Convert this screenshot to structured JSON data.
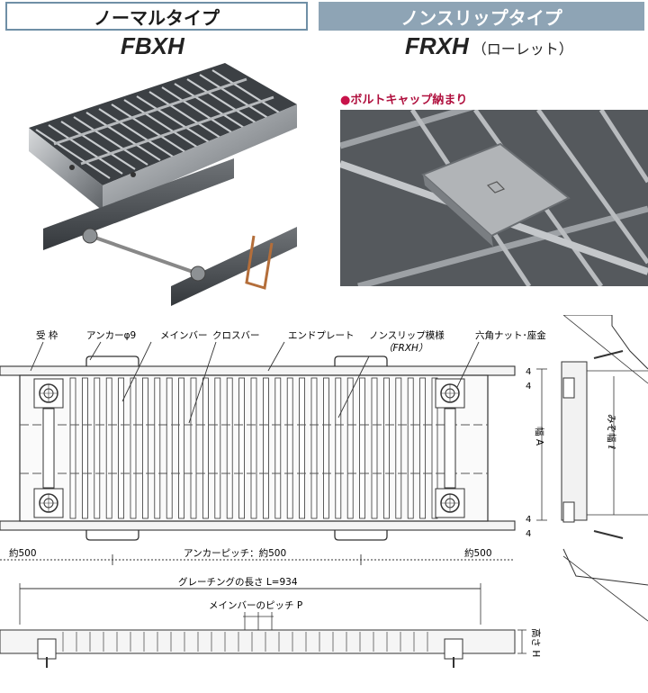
{
  "tabs": {
    "normal": "ノーマルタイプ",
    "nonslip": "ノンスリップタイプ"
  },
  "models": {
    "normal": "FBXH",
    "nonslip": "FRXH",
    "nonslip_sub": "（ローレット）"
  },
  "photo_note": "ボルトキャップ納まり",
  "labels": {
    "frame": "受 枠",
    "anchor": "アンカーφ9",
    "main_bar": "メインバー",
    "cross_bar": "クロスバー",
    "end_plate": "エンドプレート",
    "nonslip_pattern": "ノンスリップ模様",
    "nonslip_code": "（FRXH）",
    "hex_nut": "六角ナット･座金",
    "approx_left": "約500",
    "anchor_pitch": "アンカーピッチ：約500",
    "approx_right": "約500",
    "grating_length": "グレーチングの長さ L=934",
    "main_bar_pitch": "メインバーのピッチ P",
    "width_a": "幅 A",
    "clear_width": "みぞ幅 ℓ",
    "height_h": "高さ H",
    "dim_4_top_a": "4",
    "dim_4_top_b": "4",
    "dim_4_bot_a": "4",
    "dim_4_bot_b": "4"
  },
  "colors": {
    "tab_border": "#6f8fa6",
    "tab_fill": "#8ea4b5",
    "note_red": "#b0103e",
    "line": "#333333"
  }
}
